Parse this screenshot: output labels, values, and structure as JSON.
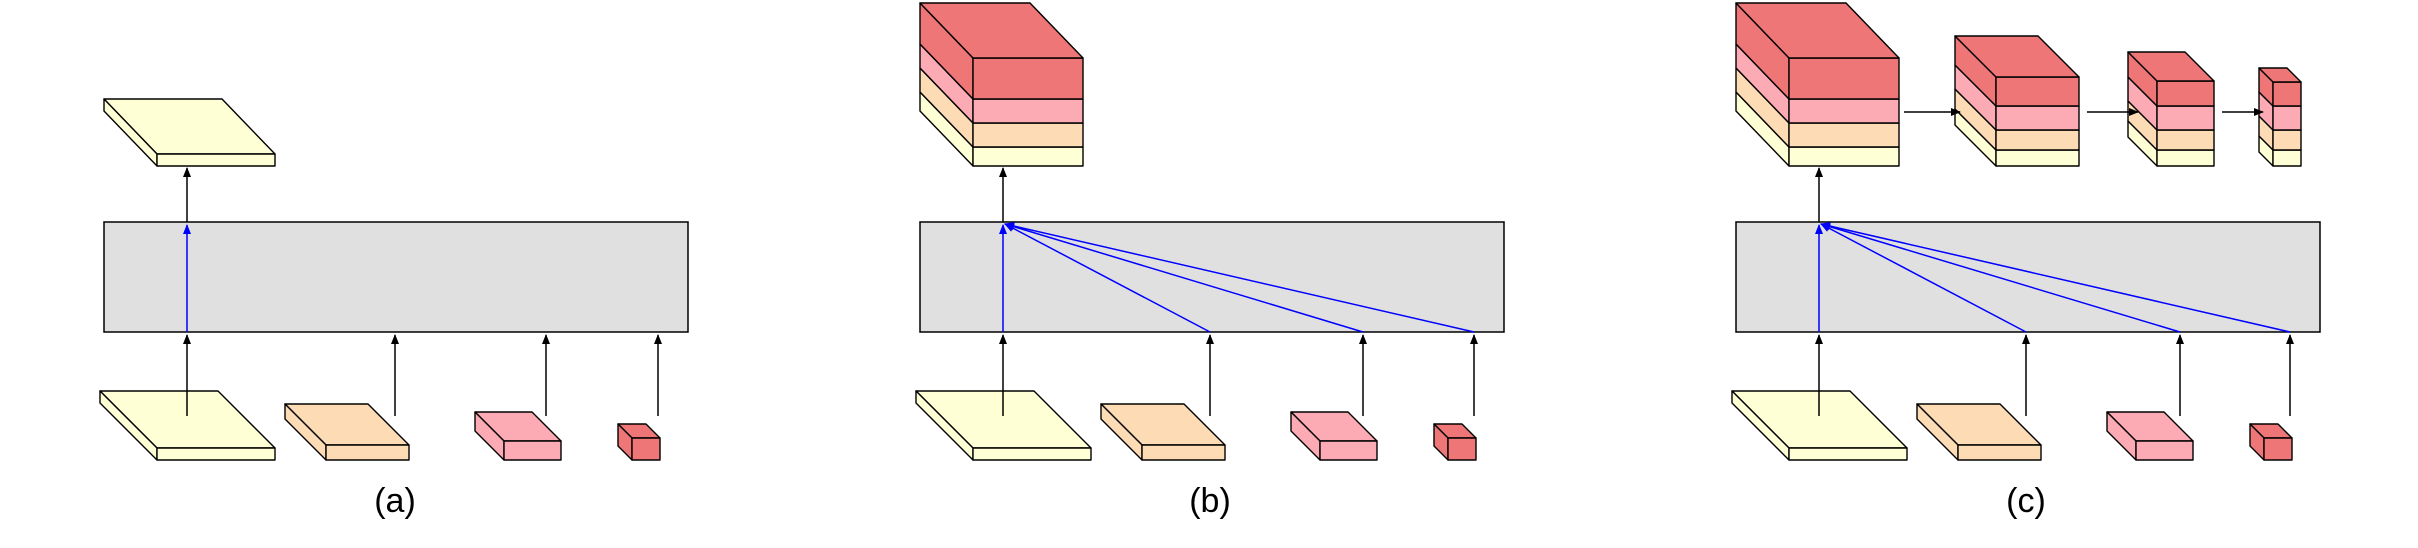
{
  "panels": [
    {
      "id": "a",
      "label": "(a)"
    },
    {
      "id": "b",
      "label": "(b)"
    },
    {
      "id": "c",
      "label": "(c)"
    }
  ],
  "colors": {
    "level1": "#FFFFD6",
    "level2": "#FDDCB5",
    "level3": "#FCAAB4",
    "level4": "#EE7676",
    "backbone": "#E0E0E0",
    "connection": "#0000FF",
    "arrow": "#000000"
  },
  "feature_levels": [
    "level1",
    "level2",
    "level3",
    "level4"
  ]
}
